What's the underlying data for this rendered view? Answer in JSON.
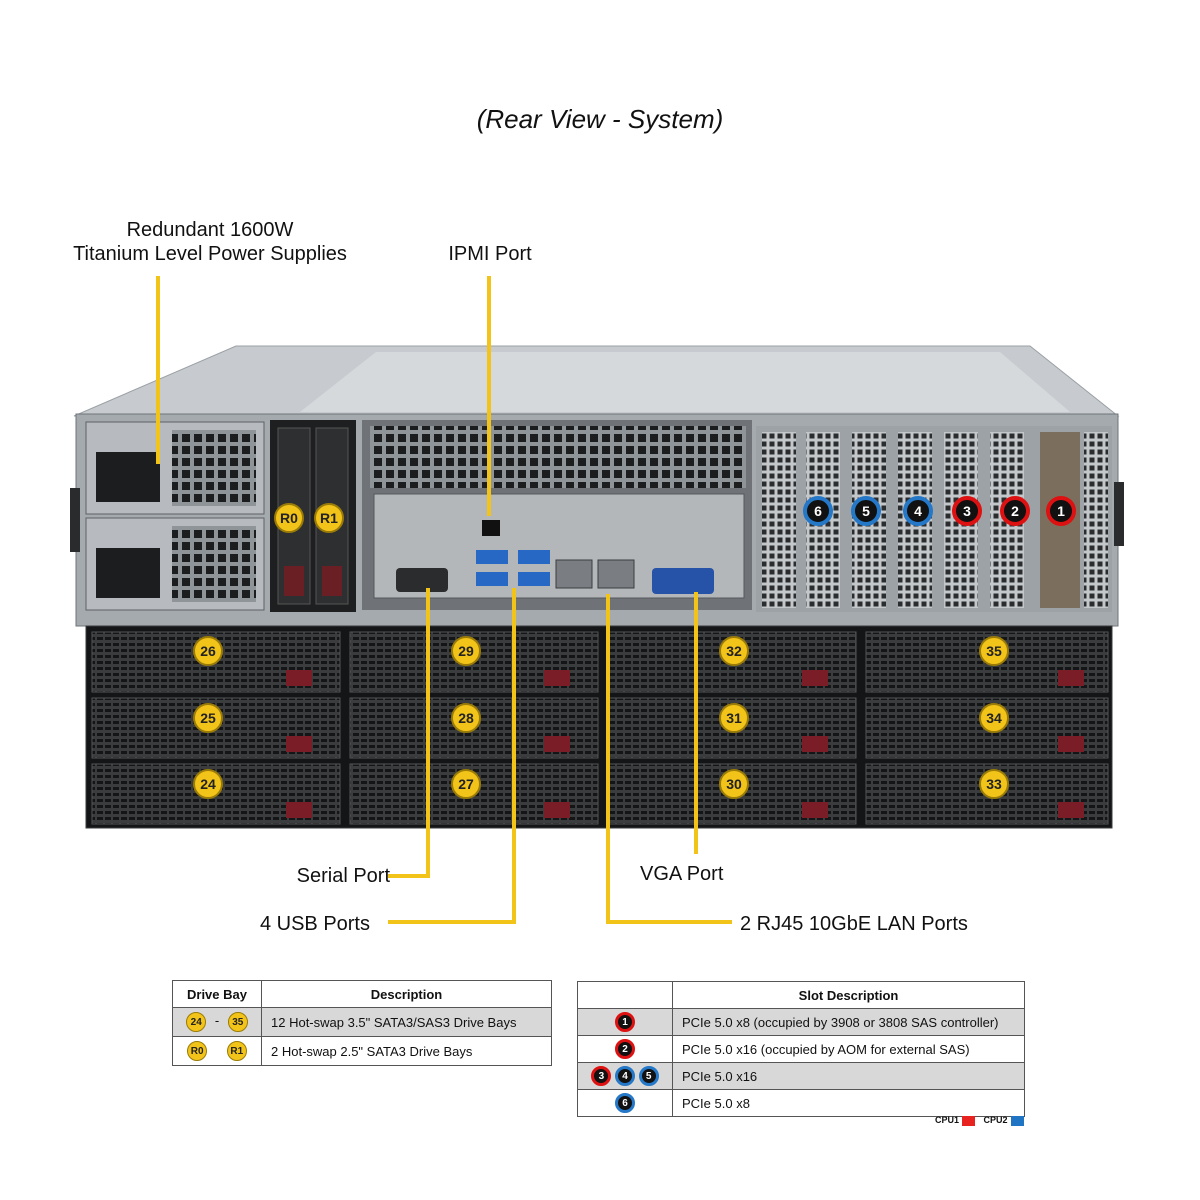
{
  "title": "(Rear View - System)",
  "callouts": {
    "psu_line1": "Redundant 1600W",
    "psu_line2": "Titanium Level Power Supplies",
    "ipmi": "IPMI Port",
    "serial": "Serial Port",
    "usb": "4 USB Ports",
    "vga": "VGA Port",
    "lan": "2 RJ45 10GbE LAN Ports"
  },
  "rear_bays": [
    "R0",
    "R1"
  ],
  "drive_bays": [
    "26",
    "29",
    "32",
    "35",
    "25",
    "28",
    "31",
    "34",
    "24",
    "27",
    "30",
    "33"
  ],
  "pcie_slots": [
    {
      "num": "6",
      "cpu": "CPU2"
    },
    {
      "num": "5",
      "cpu": "CPU2"
    },
    {
      "num": "4",
      "cpu": "CPU2"
    },
    {
      "num": "3",
      "cpu": "CPU1"
    },
    {
      "num": "2",
      "cpu": "CPU1"
    },
    {
      "num": "1",
      "cpu": "CPU1"
    }
  ],
  "drive_table": {
    "headers": [
      "Drive Bay",
      "Description"
    ],
    "rows": [
      {
        "from": "24",
        "sep": "-",
        "to": "35",
        "desc": "12 Hot-swap 3.5\" SATA3/SAS3 Drive  Bays"
      },
      {
        "from": "R0",
        "sep": "",
        "to": "R1",
        "desc": "2 Hot-swap 2.5\" SATA3 Drive  Bays"
      }
    ]
  },
  "slot_table": {
    "headers": [
      "",
      "Slot Description"
    ],
    "rows": [
      {
        "badges": [
          "1"
        ],
        "desc": "PCIe 5.0 x8 (occupied by 3908 or 3808 SAS controller)"
      },
      {
        "badges": [
          "2"
        ],
        "desc": "PCIe 5.0 x16 (occupied by AOM for external SAS)"
      },
      {
        "badges": [
          "3",
          "4",
          "5"
        ],
        "desc": "PCIe 5.0 x16"
      },
      {
        "badges": [
          "6"
        ],
        "desc": "PCIe 5.0 x8"
      }
    ]
  },
  "legend": {
    "cpu1_label": "CPU1",
    "cpu1_color": "#e8231f",
    "cpu2_label": "CPU2",
    "cpu2_color": "#1f74c3"
  }
}
